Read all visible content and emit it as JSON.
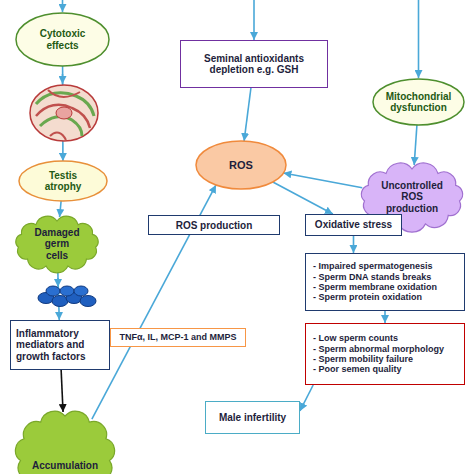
{
  "diagram": {
    "nodes": [
      {
        "text": [
          "Cytotoxic effects"
        ]
      },
      {
        "text": [
          "Seminal antioxidants depletion e.g. GSH"
        ]
      },
      {
        "text": [
          "Mitochondrial dysfunction"
        ]
      },
      {
        "text": [
          "ROS"
        ]
      },
      {
        "text": [
          "Testis atrophy"
        ]
      },
      {
        "text": [
          "Uncontrolled ROS production"
        ]
      },
      {
        "text": [
          "Oxidative stress"
        ]
      },
      {
        "text": [
          "Damaged germ cells"
        ]
      },
      {
        "text": [
          "- Impaired spermatogenesis",
          "- Sperm DNA stands breaks",
          "- Sperm membrane oxidation",
          "- Sperm protein oxidation"
        ]
      },
      {
        "text": [
          "Inflammatory mediators and growth factors"
        ]
      },
      {
        "text": [
          "- Low sperm counts",
          "- Sperm abnormal morphology",
          "- Sperm mobility failure",
          "- Poor semen quality"
        ]
      },
      {
        "text": [
          "Male infertility"
        ]
      },
      {
        "text": [
          "Accumulation"
        ]
      }
    ],
    "edges": [
      {
        "from": 0,
        "to": 4,
        "arrow": "to"
      },
      {
        "from": 4,
        "to": 7,
        "arrow": "to"
      },
      {
        "from": 7,
        "to": 9,
        "arrow": "to"
      },
      {
        "from": 9,
        "to": 12,
        "arrow": "to"
      },
      {
        "from": 12,
        "to": 3,
        "label": "ROS production",
        "arrow": "to"
      },
      {
        "from": 1,
        "to": 3,
        "arrow": "to"
      },
      {
        "from": 2,
        "to": 5,
        "arrow": "to"
      },
      {
        "from": 5,
        "to": 3,
        "arrow": "to"
      },
      {
        "from": 3,
        "to": 6,
        "arrow": "to"
      },
      {
        "from": 6,
        "to": 8,
        "arrow": "to"
      },
      {
        "from": 8,
        "to": 10,
        "arrow": "to"
      },
      {
        "from": 10,
        "to": 11,
        "arrow": "to"
      }
    ],
    "labels": [
      "TNFα, IL, MCP-1 and MMPS"
    ]
  }
}
